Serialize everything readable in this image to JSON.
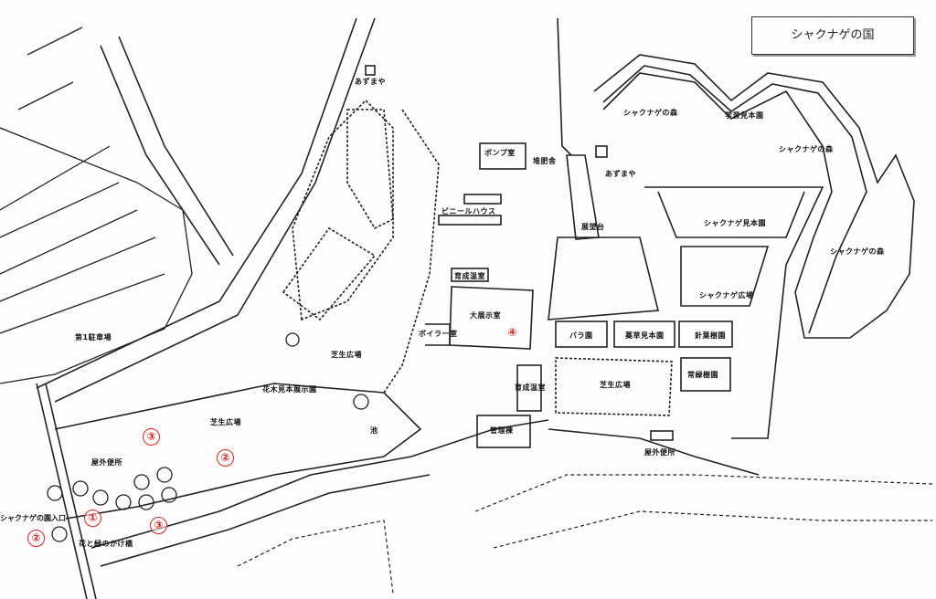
{
  "title": "シャクナゲの国",
  "labels": {
    "azumaya_1": "あずまや",
    "azumaya_2": "あずまや",
    "pump_room": "ポンプ室",
    "compost_shed": "堆肥舎",
    "observation_deck": "展望台",
    "vinyl_house": "ビニールハウス",
    "nursery_greenhouse_1": "育成温室",
    "main_exhibition": "大展示室",
    "boiler_room": "ボイラー室",
    "lawn_1": "芝生広場",
    "flowering_tree_garden": "花木見本展示園",
    "lawn_2": "芝生広場",
    "pond": "池",
    "parking_1": "第1駐車場",
    "toilet_1": "屋外便所",
    "entrance": "シャクナゲの園入口",
    "bridge": "花と緑のかけ橋",
    "nursery_greenhouse_2": "育成温室",
    "admin_building": "管理棟",
    "lawn_3": "芝生広場",
    "rose_garden": "バラ園",
    "herb_garden": "薬草見本園",
    "conifer_garden": "針葉樹園",
    "evergreen_garden": "常緑樹園",
    "toilet_2": "屋外便所",
    "rhododendron_plaza": "シャクナゲ広場",
    "rhododendron_sample_garden": "シャクナゲ見本園",
    "forest_1": "シャクナゲの森",
    "study_garden": "学習見本園",
    "forest_2": "シャクナゲの森",
    "forest_3": "シャクナゲの森"
  },
  "markers": [
    "①",
    "②",
    "②",
    "③",
    "③",
    "④"
  ],
  "colors": {
    "marker": "#e0201a",
    "line": "#222222"
  }
}
